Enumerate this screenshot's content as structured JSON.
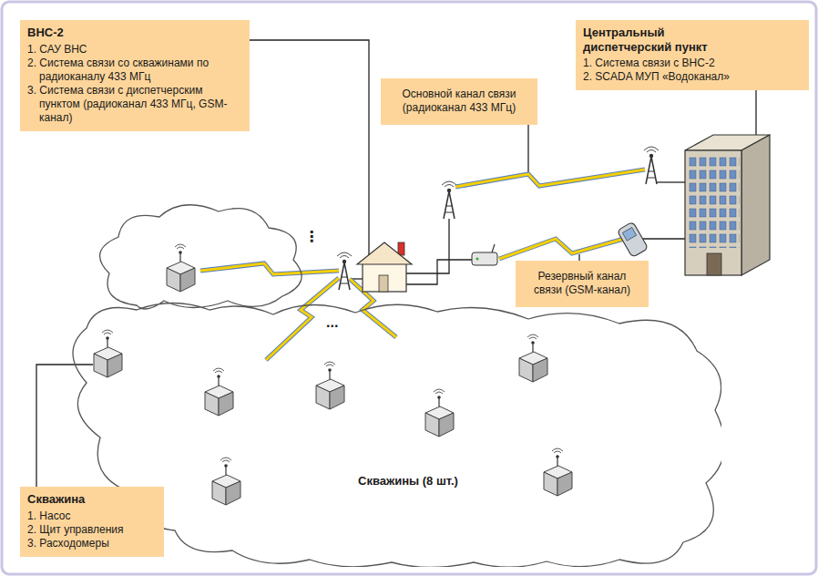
{
  "diagram": {
    "nodes": [
      {
        "text": [
          "ВНС-2",
          "1. САУ ВНС",
          "2. Система связи со скважинами по радиоканалу 433 МГц",
          "3. Система связи с диспетчерским пунктом (радиоканал 433 МГц, GSM-канал)"
        ]
      },
      {
        "text": [
          "Центральный диспетчерский пункт",
          "1. Система связи с ВНС-2",
          "2. SCADA МУП «Водоканал»"
        ]
      },
      {
        "text": [
          "Основной канал связи (радиоканал 433 МГц)"
        ]
      },
      {
        "text": [
          "Резервный канал связи (GSM-канал)"
        ]
      },
      {
        "text": [
          "Скважина",
          "1. Насос",
          "2. Щит управления",
          "3. Расходомеры"
        ]
      },
      {
        "text": [
          "Скважины (8 шт.)"
        ]
      }
    ],
    "labels": [
      "⋮",
      "..."
    ]
  }
}
